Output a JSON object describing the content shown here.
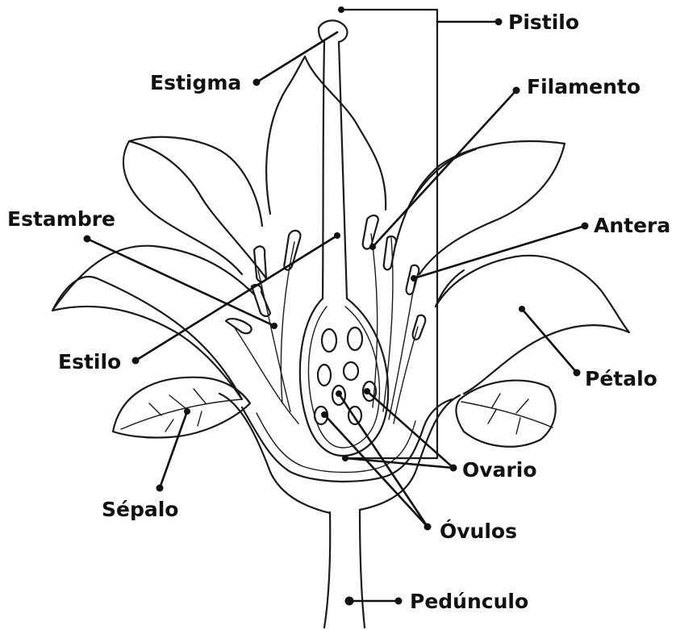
{
  "labels": {
    "pistilo": "Pistilo",
    "estigma": "Estigma",
    "filamento": "Filamento",
    "estambre": "Estambre",
    "antera": "Antera",
    "estilo": "Estilo",
    "petalo": "Pétalo",
    "sepalo": "Sépalo",
    "ovario": "Ovario",
    "ovulos": "Óvulos",
    "pedunculo": "Pedúnculo"
  },
  "colors": {
    "ink": "#1a1a1a",
    "background": "#ffffff"
  }
}
